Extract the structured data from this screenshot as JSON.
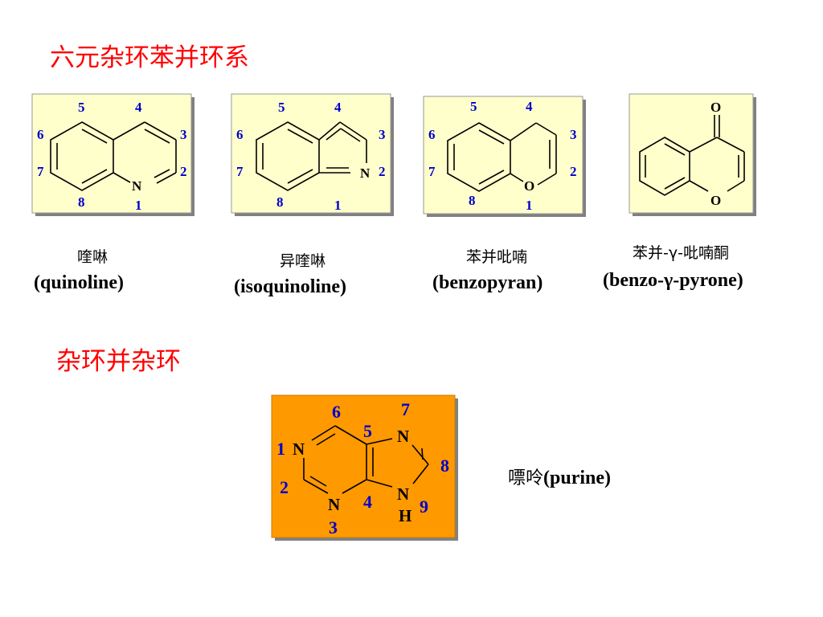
{
  "section1": {
    "title": "六元杂环苯并环系"
  },
  "section2": {
    "title": "杂环并杂环"
  },
  "quinoline": {
    "name_cn": "喹啉",
    "name_en": "(quinoline)",
    "hetero": "N",
    "numbers": [
      "1",
      "2",
      "3",
      "4",
      "5",
      "6",
      "7",
      "8"
    ],
    "card_color": "#ffffcc"
  },
  "isoquinoline": {
    "name_cn": "异喹啉",
    "name_en": "(isoquinoline)",
    "hetero": "N",
    "numbers": [
      "1",
      "2",
      "3",
      "4",
      "5",
      "6",
      "7",
      "8"
    ],
    "card_color": "#ffffcc"
  },
  "benzopyran": {
    "name_cn": "苯并吡喃",
    "name_en": "(benzopyran)",
    "hetero": "O",
    "numbers": [
      "1",
      "2",
      "3",
      "4",
      "5",
      "6",
      "7",
      "8"
    ],
    "card_color": "#ffffcc"
  },
  "benzopyrone": {
    "name_cn": "苯并-γ-吡喃酮",
    "name_en": "(benzo-γ-pyrone)",
    "hetero": "O",
    "carbonyl": "O",
    "card_color": "#ffffcc"
  },
  "purine": {
    "name_cn": "嘌呤",
    "name_en": "(purine)",
    "atoms": {
      "n1": "N",
      "n3": "N",
      "n7": "N",
      "n9": "N",
      "h9": "H"
    },
    "numbers": [
      "1",
      "2",
      "3",
      "4",
      "5",
      "6",
      "7",
      "8",
      "9"
    ],
    "card_color": "#ff9900"
  }
}
